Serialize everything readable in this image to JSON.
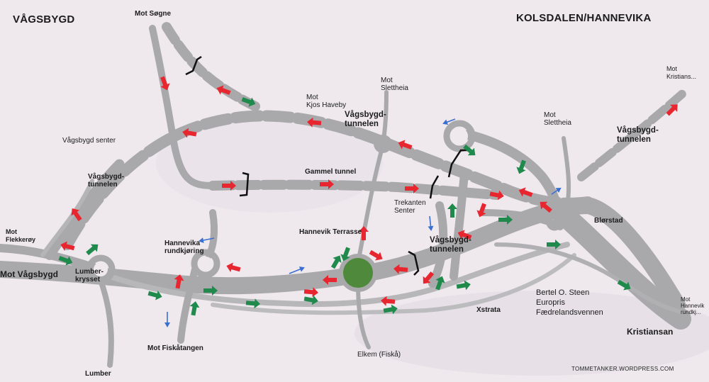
{
  "headings": {
    "west": "VÅGSBYGD",
    "east": "KOLSDALEN/HANNEVIKA"
  },
  "labels": {
    "mot_sogne": "Mot Søgne",
    "mot_slettheia_1": "Mot\nSlettheia",
    "mot_kjos": "Mot\nKjos Haveby",
    "vagsbygd_tunnel_c": "Vågsbygd-\ntunnelen",
    "mot_slettheia_2": "Mot\nSlettheia",
    "mot_kristiansand_top": "Mot\nKristians...",
    "vagsbygd_tunnel_e": "Vågsbygd-\ntunnelen",
    "vagsbygd_senter": "Vågsbygd senter",
    "vagsbygd_tunnel_w": "Vågsbygd-\ntunnelen",
    "gammel_tunnel": "Gammel tunnel",
    "trekanten": "Trekanten\nSenter",
    "blorstad": "Blørstad",
    "mot_flekkeroy": "Mot\nFlekkerøy",
    "hannevik_terrasse": "Hannevik Terrasse",
    "vagsbygd_tunnel_s": "Vågsbygd-\ntunnelen",
    "hannevika_rundkjoring": "Hannevika\nrundkjøring",
    "mot_vagsbygd": "Mot Vågsbygd",
    "lumberkrysset": "Lumber-\nkrysset",
    "bertel": "Bertel O. Steen\nEuropris\nFædrelandsvennen",
    "xstrata": "Xstrata",
    "mot_hannevika": "Mot\nHannevik\nrundkj...",
    "kristiansand": "Kristiansan",
    "mot_fiskatangen": "Mot Fiskåtangen",
    "elkem": "Elkem (Fiskå)",
    "lumber": "Lumber"
  },
  "credit": "TOMMETANKER.WORDPRESS.COM",
  "colors": {
    "background": "#efe9ee",
    "road": "#a9a9ab",
    "road_light": "#bfbfc2",
    "arrow_red": "#e8262f",
    "arrow_green": "#1f8a4c",
    "arrow_blue": "#3a6fd0",
    "roundabout_center": "#4f8a3c",
    "text": "#1c1c1c"
  }
}
